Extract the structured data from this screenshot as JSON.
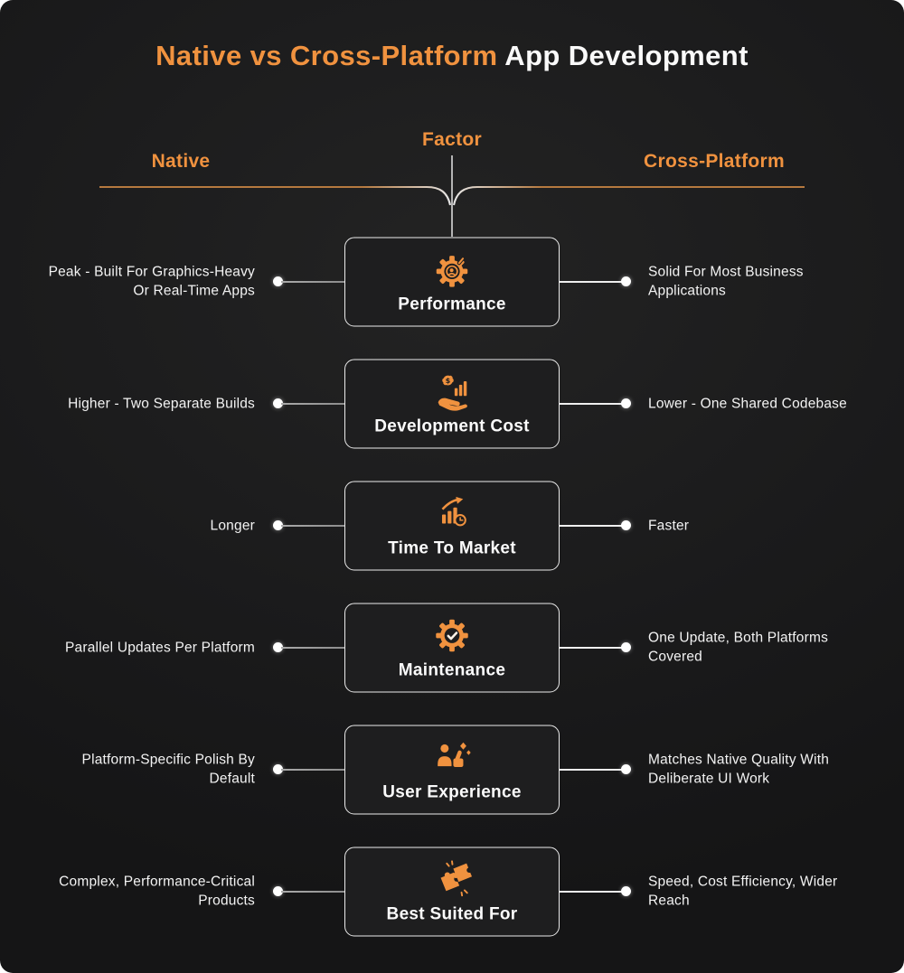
{
  "title": {
    "highlight": "Native vs Cross-Platform",
    "rest": " App Development"
  },
  "header": {
    "factor": "Factor",
    "native": "Native",
    "cross_platform": "Cross-Platform"
  },
  "colors": {
    "accent_orange": "#F0923F",
    "header_line_copper": "#B5793F",
    "background": "#1B1B1C",
    "card_background": "#1E1E1F",
    "card_border": "#ECECEC",
    "text_white": "#F3F3F3",
    "left_line_gray": "#8D8D8D",
    "right_line_white": "#EFEFEF",
    "dot_white": "#FFFFFF"
  },
  "rows": [
    {
      "factor": "Performance",
      "icon": "performance-gauge-gear-icon",
      "native": "Peak - Built For Graphics-Heavy Or Real-Time Apps",
      "cross_platform": "Solid For Most Business Applications"
    },
    {
      "factor": "Development Cost",
      "icon": "cost-hand-coin-bars-icon",
      "native": "Higher - Two Separate Builds",
      "cross_platform": "Lower - One Shared Codebase"
    },
    {
      "factor": "Time To Market",
      "icon": "growth-chart-clock-icon",
      "native": "Longer",
      "cross_platform": "Faster"
    },
    {
      "factor": "Maintenance",
      "icon": "gear-check-icon",
      "native": "Parallel Updates Per Platform",
      "cross_platform": "One Update, Both Platforms Covered"
    },
    {
      "factor": "User Experience",
      "icon": "user-thumbs-up-sparkles-icon",
      "native": "Platform-Specific Polish By Default",
      "cross_platform": "Matches Native Quality With Deliberate UI Work"
    },
    {
      "factor": "Best Suited For",
      "icon": "puzzle-pieces-icon",
      "native": "Complex, Performance-Critical Products",
      "cross_platform": "Speed, Cost Efficiency, Wider Reach"
    }
  ]
}
